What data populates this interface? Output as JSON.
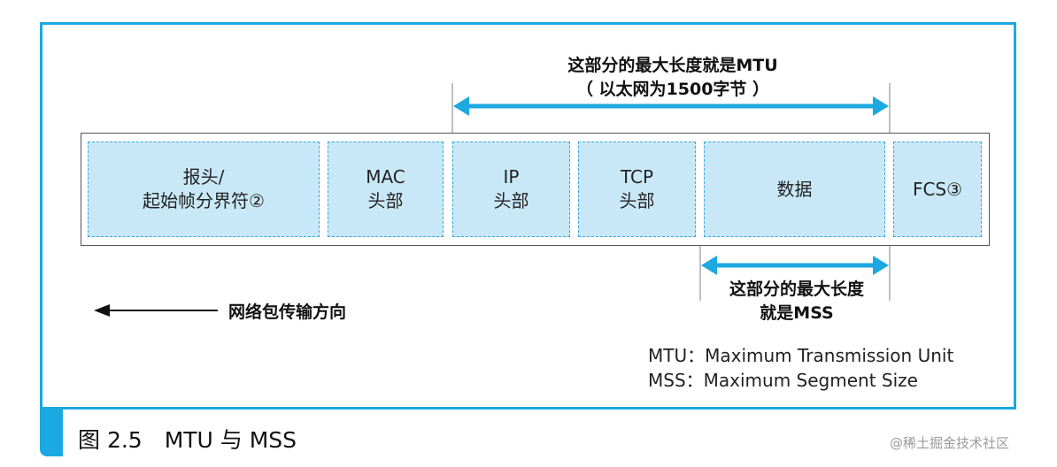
{
  "diagram": {
    "mtu_label_line1": "这部分的最大长度就是MTU",
    "mtu_label_line2": "（ 以太网为1500字节 ）",
    "mss_label_line1": "这部分的最大长度",
    "mss_label_line2": "就是MSS",
    "fields": [
      {
        "line1": "报头/",
        "line2": "起始帧分界符②"
      },
      {
        "line1": "MAC",
        "line2": "头部"
      },
      {
        "line1": "IP",
        "line2": "头部"
      },
      {
        "line1": "TCP",
        "line2": "头部"
      },
      {
        "line1": "数据"
      },
      {
        "line1": "FCS③"
      }
    ],
    "direction_label": "网络包传输方向",
    "legend": {
      "mtu": "MTU：Maximum Transmission Unit",
      "mss": "MSS：Maximum Segment Size"
    },
    "accent_color": "#1ca8e0",
    "field_fill_color": "#c9e8f7"
  },
  "caption": "图 2.5　MTU 与 MSS",
  "watermark": "@稀土掘金技术社区"
}
